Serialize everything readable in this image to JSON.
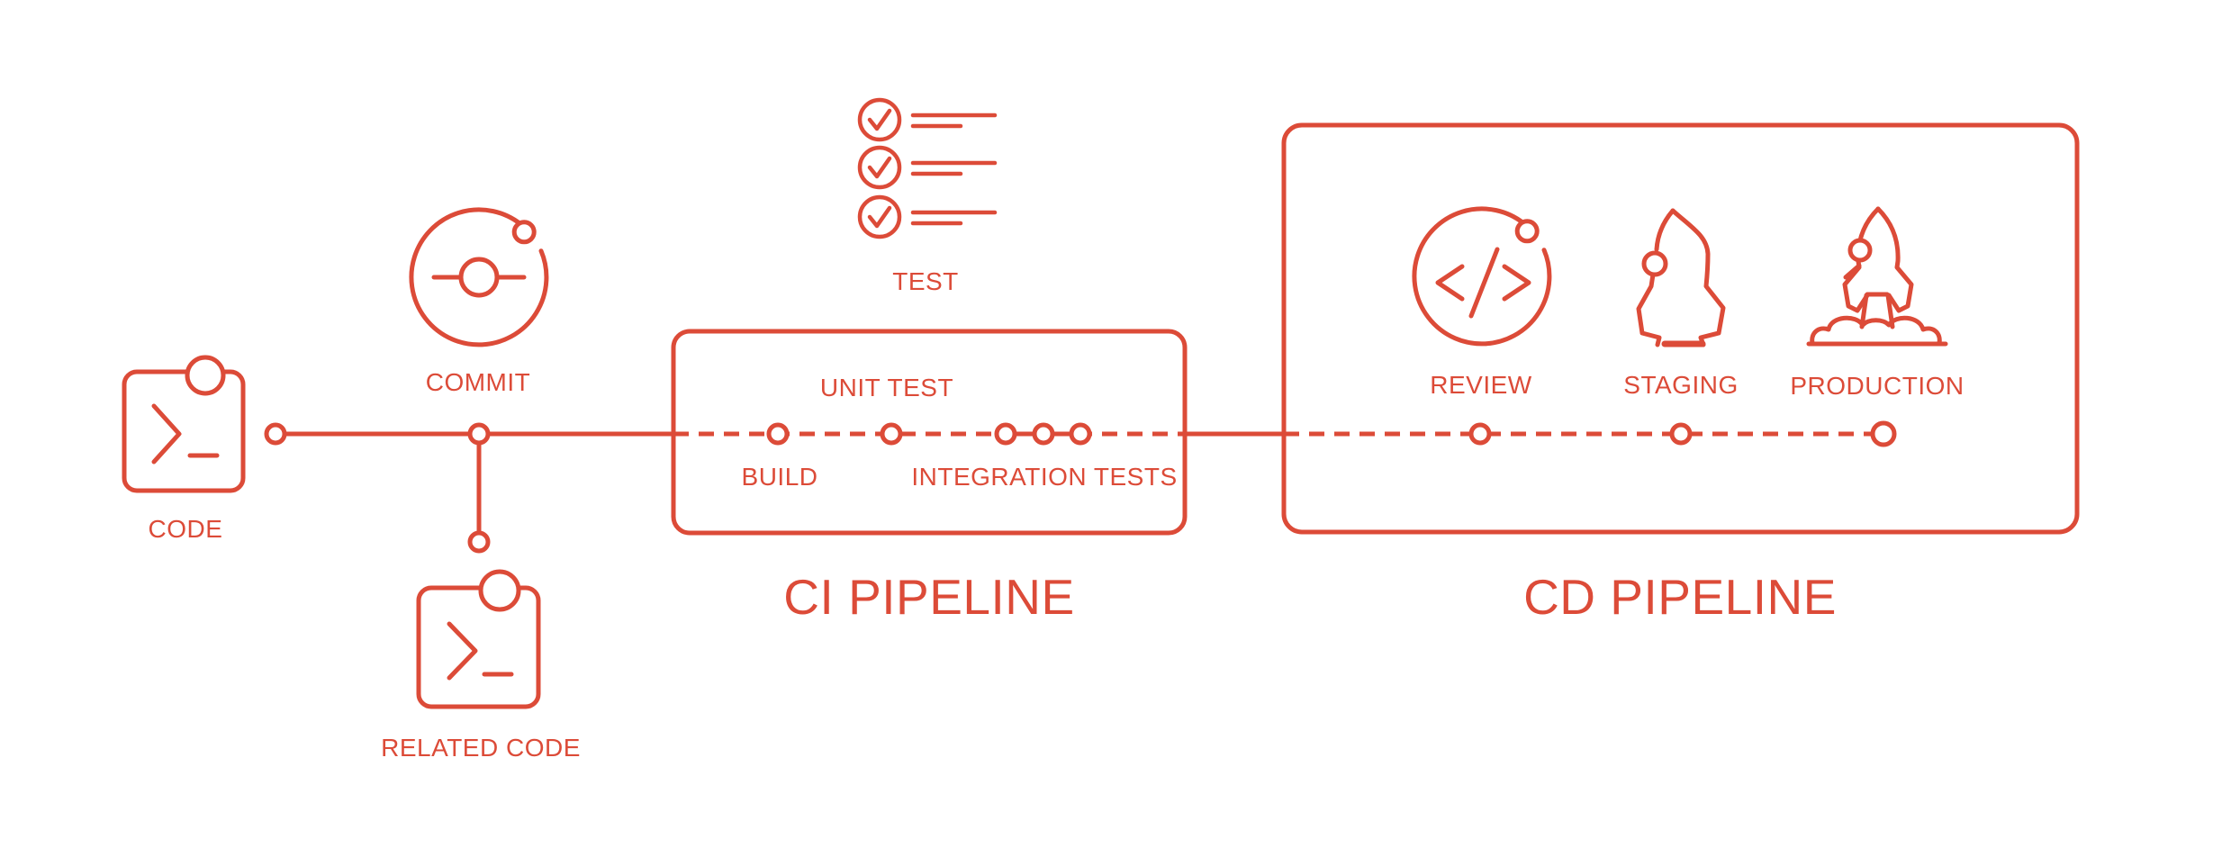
{
  "palette": {
    "accent": "#DC4B38",
    "background": "#FFFFFF"
  },
  "stages": {
    "code_label": "CODE",
    "commit_label": "COMMIT",
    "related_code_label": "RELATED CODE",
    "test_label": "TEST"
  },
  "ci_pipeline": {
    "title": "CI PIPELINE",
    "build_label": "BUILD",
    "unit_test_label": "UNIT TEST",
    "integration_tests_label": "INTEGRATION TESTS"
  },
  "cd_pipeline": {
    "title": "CD PIPELINE",
    "review_label": "REVIEW",
    "staging_label": "STAGING",
    "production_label": "PRODUCTION"
  },
  "icons": {
    "code": "terminal-window-icon",
    "commit": "git-commit-orbit-icon",
    "related_code": "terminal-window-icon",
    "test": "checklist-icon",
    "review": "code-review-orbit-icon",
    "staging": "rocket-icon",
    "production": "rocket-launch-icon"
  }
}
